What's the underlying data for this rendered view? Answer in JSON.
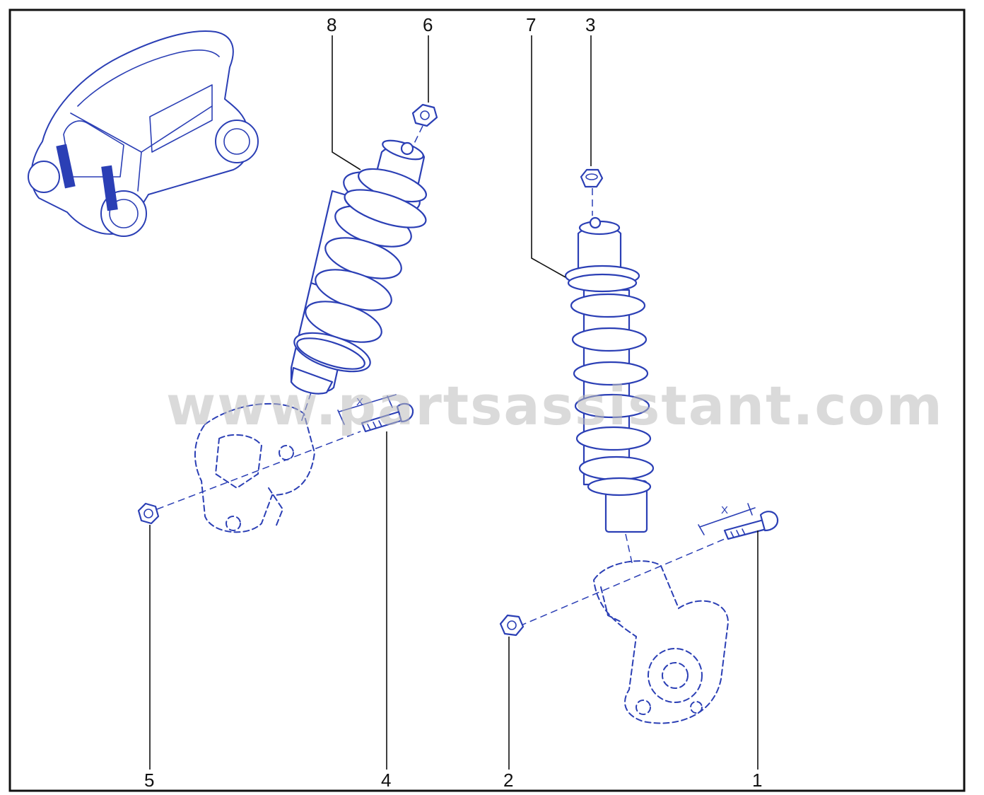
{
  "diagram": {
    "callouts": {
      "c1": "1",
      "c2": "2",
      "c3": "3",
      "c4": "4",
      "c5": "5",
      "c6": "6",
      "c7": "7",
      "c8": "8"
    },
    "dimension_labels": {
      "left_bolt": "X",
      "right_bolt": "X"
    },
    "watermark": "www.partsassistant.com",
    "colors": {
      "line": "#2b3fb5",
      "text": "#111111",
      "watermark": "#bdbdbd"
    }
  }
}
